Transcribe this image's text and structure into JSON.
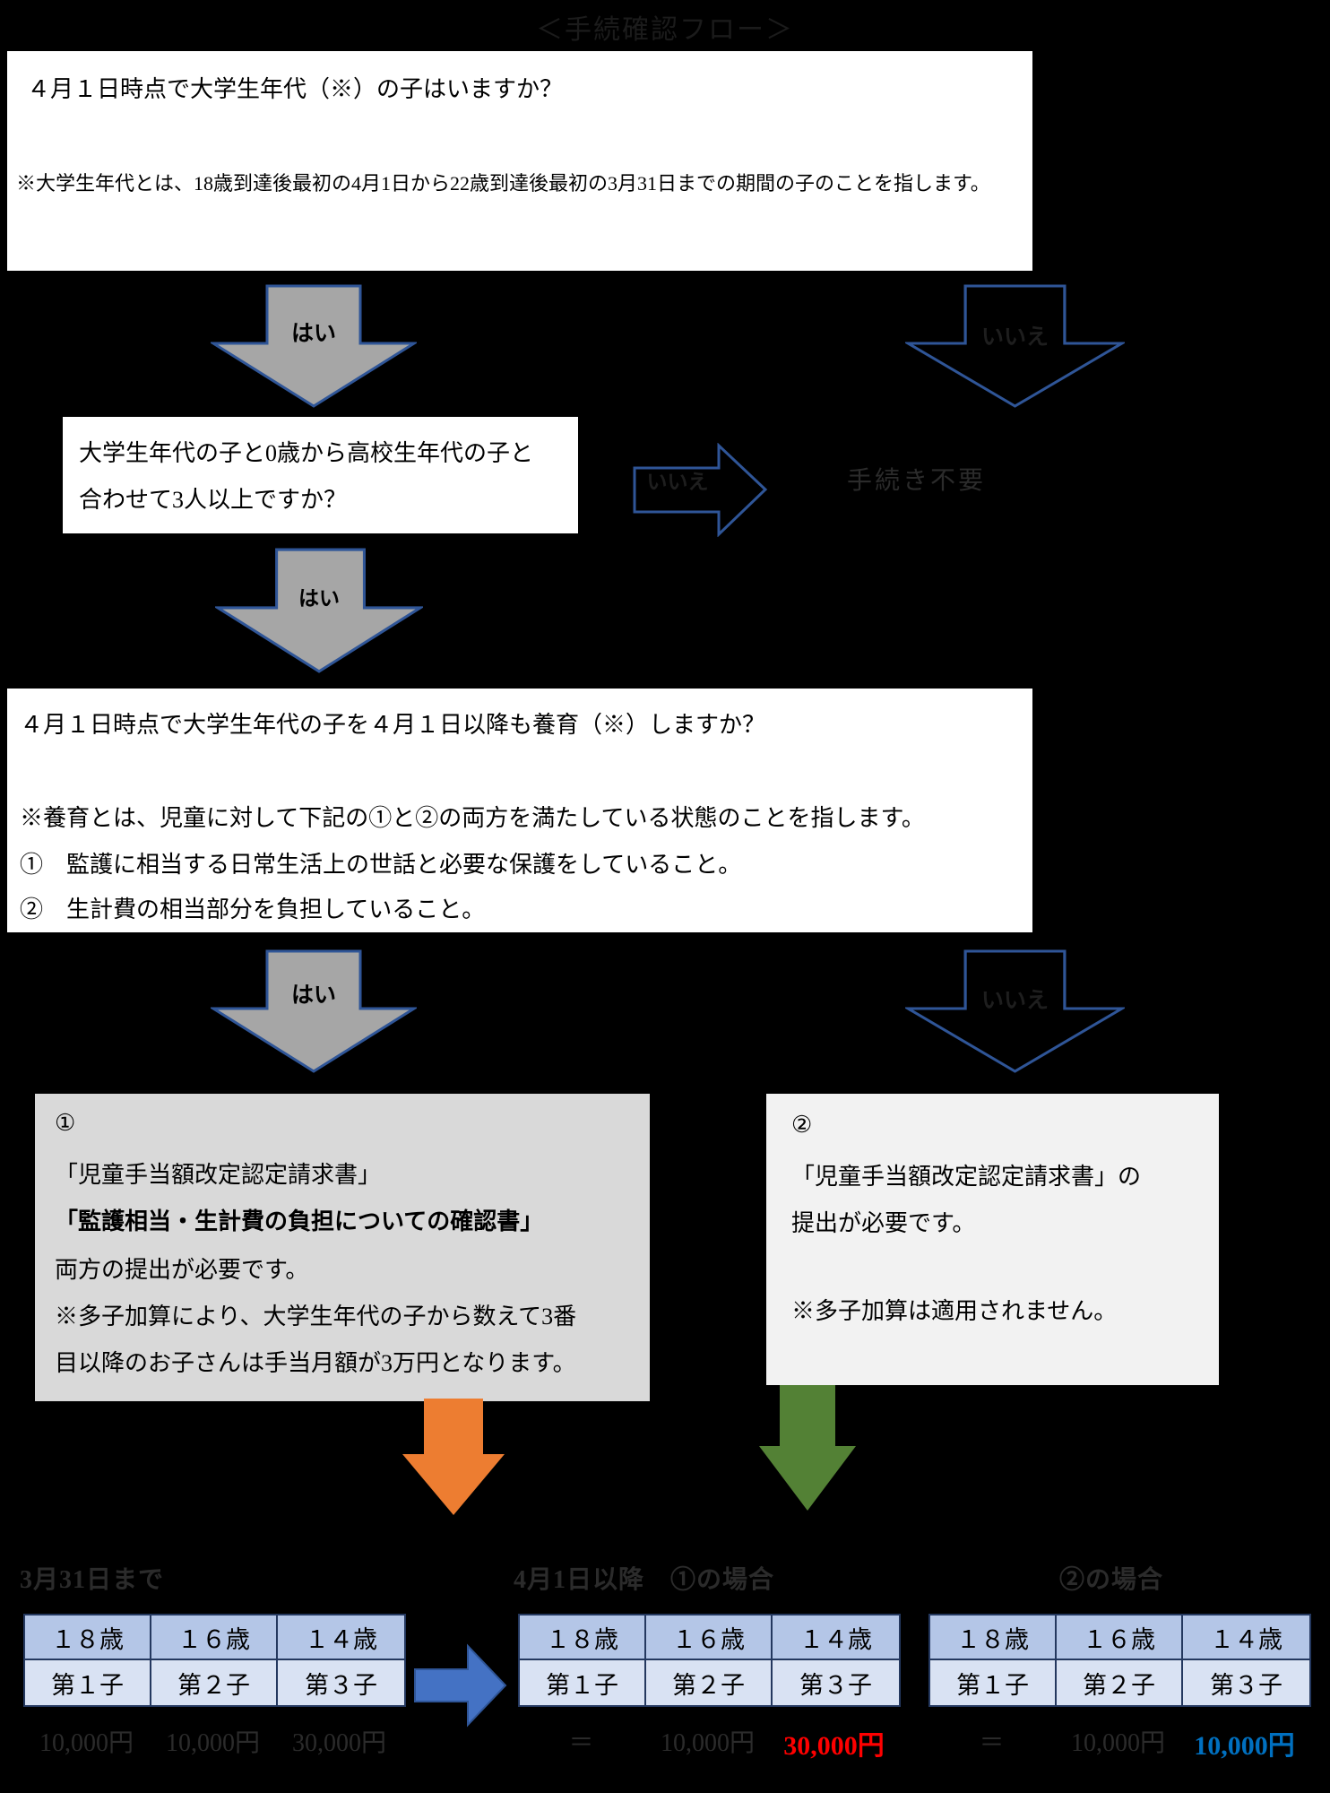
{
  "title": "＜手続確認フロー＞",
  "labels": {
    "yes": "はい",
    "no": "いいえ"
  },
  "q1": {
    "question": "４月１日時点で大学生年代（※）の子はいますか？",
    "note": "※大学生年代とは、18歳到達後最初の4月1日から22歳到達後最初の3月31日までの期間の子のことを指します。"
  },
  "no_outcome": "手続き不要",
  "q2": {
    "line1": "大学生年代の子と0歳から高校生年代の子と",
    "line2": "合わせて3人以上ですか？"
  },
  "q3": {
    "question": "４月１日時点で大学生年代の子を４月１日以降も養育（※）しますか？",
    "note": "※養育とは、児童に対して下記の①と②の両方を満たしている状態のことを指します。",
    "item1": "①　監護に相当する日常生活上の世話と必要な保護をしていること。",
    "item2": "②　生計費の相当部分を負担していること。"
  },
  "result1": {
    "number": "①",
    "doc1": "「児童手当額改定認定請求書」",
    "doc2": "「監護相当・生計費の負担についての確認書」",
    "line3": "両方の提出が必要です。",
    "note1": "※多子加算により、大学生年代の子から数えて3番",
    "note2": "目以降のお子さんは手当月額が3万円となります。"
  },
  "result2": {
    "number": "②",
    "line1": "「児童手当額改定認定請求書」の",
    "line2": "提出が必要です。",
    "note": "※多子加算は適用されません。"
  },
  "tables": {
    "ages": [
      "１８歳",
      "１６歳",
      "１４歳"
    ],
    "birth_order": [
      "第１子",
      "第２子",
      "第３子"
    ],
    "left": {
      "header": "3月31日まで",
      "amounts": [
        "10,000円",
        "10,000円",
        "30,000円"
      ]
    },
    "middle": {
      "header": "4月1日以降　①の場合",
      "amounts": [
        "＝",
        "10,000円",
        "30,000円"
      ]
    },
    "right": {
      "header": "②の場合",
      "amounts": [
        "＝",
        "10,000円",
        "10,000円"
      ]
    }
  },
  "colors": {
    "background": "#000000",
    "arrow_gray_fill": "#a6a6a6",
    "arrow_outline_blue": "#2f5597",
    "arrow_orange": "#ed7d31",
    "arrow_green": "#538135",
    "arrow_blue_solid": "#4472c4",
    "table_header_bg": "#b4c6e7",
    "table_row_bg": "#d9e2f3",
    "amount_red": "#ff0000",
    "amount_blue": "#0070c0",
    "result1_bg": "#d9d9d9",
    "result2_bg": "#f2f2f2"
  }
}
